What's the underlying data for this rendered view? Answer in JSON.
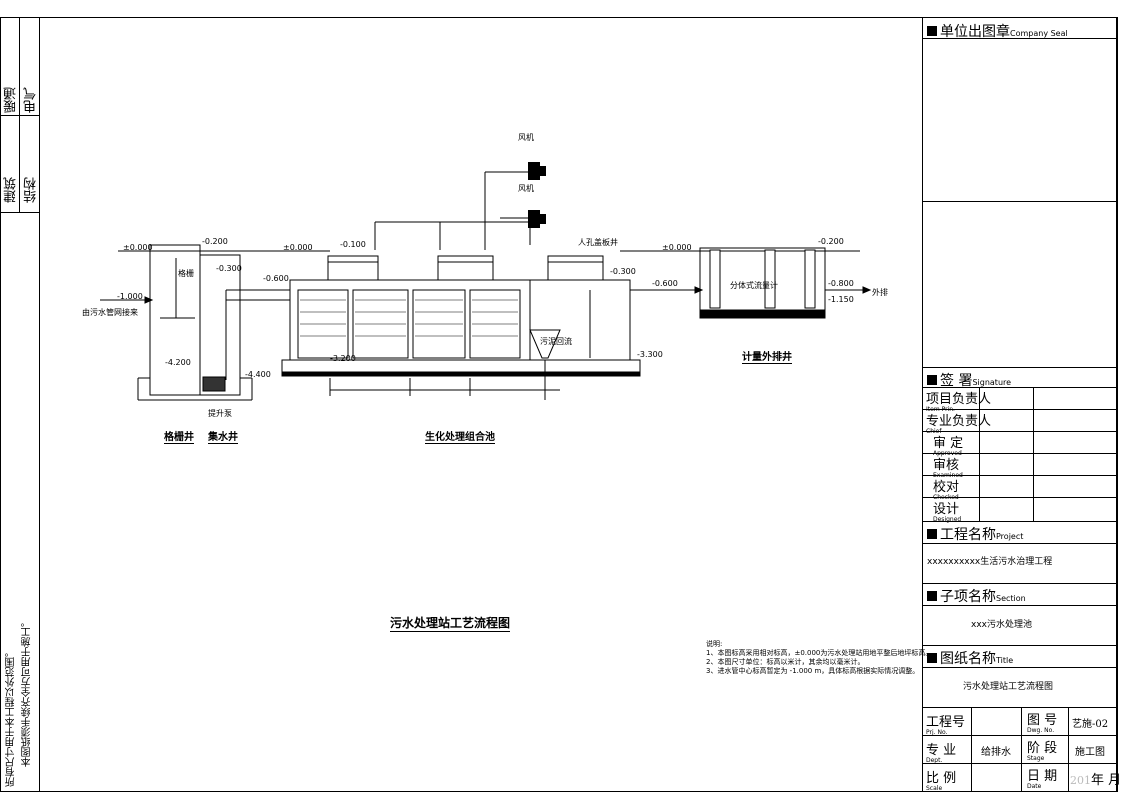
{
  "left_strip": {
    "disciplines": [
      "暖通",
      "电气",
      "建筑",
      "结构"
    ],
    "notes": [
      "本图纸须手续齐全方可用于施工。",
      "所有尺寸用于本工程以外范围。"
    ]
  },
  "title_block": {
    "company_seal": {
      "label": "单位出图章",
      "en": "Company Seal"
    },
    "signature": {
      "label": "签 署",
      "en": "Signature"
    },
    "sign_rows": [
      {
        "label": "项目负责人",
        "en": "Item Prin."
      },
      {
        "label": "专业负责人",
        "en": "Chief"
      },
      {
        "label": "审 定",
        "en": "Approved"
      },
      {
        "label": "审核",
        "en": "Examined"
      },
      {
        "label": "校对",
        "en": "Checked"
      },
      {
        "label": "设计",
        "en": "Designed"
      }
    ],
    "project": {
      "label": "工程名称",
      "en": "Project",
      "value": "xxxxxxxxxx生活污水治理工程"
    },
    "subitem": {
      "label": "子项名称",
      "en": "Section",
      "value": "xxx污水处理池"
    },
    "drawing": {
      "label": "图纸名称",
      "en": "Title",
      "value": "污水处理站工艺流程图"
    },
    "meta": {
      "project_no": {
        "label": "工程号",
        "en": "Prj. No."
      },
      "drawing_no": {
        "label": "图 号",
        "en": "Dwg. No.",
        "value": "艺施-02"
      },
      "discipline": {
        "label": "专 业",
        "en": "Dept.",
        "value": "给排水"
      },
      "stage": {
        "label": "阶 段",
        "en": "Stage",
        "value": "施工图"
      },
      "scale": {
        "label": "比 例",
        "en": "Scale"
      },
      "date": {
        "label": "日 期",
        "en": "Date",
        "year": "201",
        "value": "年 月"
      }
    }
  },
  "diagram": {
    "title": "污水处理站工艺流程图",
    "units": [
      "格栅井",
      "集水井",
      "生化处理组合池",
      "计量外排井"
    ],
    "labels": {
      "fan1": "风机",
      "fan2": "风机",
      "grille": "格栅",
      "lift_pump": "提升泵",
      "inlet": "由污水管网接来",
      "outlet": "外排",
      "manhole": "人孔盖板井",
      "sludge": "污泥回流",
      "flowmeter": "分体式流量计"
    },
    "elevations": {
      "e1": "±0.000",
      "e2": "-0.200",
      "e3": "-0.300",
      "e4": "-1.000",
      "e5": "±0.000",
      "e6": "-0.600",
      "e7": "-0.100",
      "e8": "-4.200",
      "e9": "-4.400",
      "e10": "-3.300",
      "e11": "±0.000",
      "e12": "-0.200",
      "e13": "-0.800",
      "e14": "-1.150",
      "e15": "-0.600",
      "e16": "-0.300",
      "e17": "-3.200"
    }
  },
  "notes": {
    "heading": "说明:",
    "lines": [
      "1、本图标高采用相对标高，±0.000为污水处理站用地平整后地坪标高。",
      "2、本图尺寸单位：标高以米计，其余均以毫米计。",
      "3、进水管中心标高暂定为 -1.000 m，具体标高根据实际情况调整。"
    ]
  }
}
